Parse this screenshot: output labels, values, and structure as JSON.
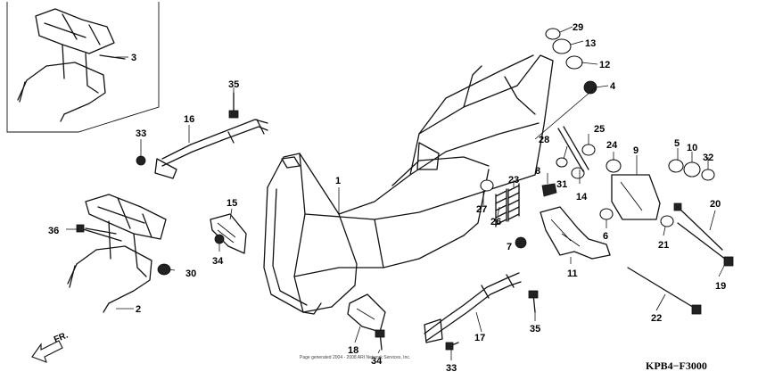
{
  "diagram_code": "KPB4−F3000",
  "copyright": "Page generated 2004 - 2008 ARI Network Services, Inc.",
  "direction_label": "FR.",
  "callouts": [
    {
      "id": "c29",
      "label": "29"
    },
    {
      "id": "c13",
      "label": "13"
    },
    {
      "id": "c12",
      "label": "12"
    },
    {
      "id": "c4",
      "label": "4"
    },
    {
      "id": "c3",
      "label": "3"
    },
    {
      "id": "c35a",
      "label": "35"
    },
    {
      "id": "c16",
      "label": "16"
    },
    {
      "id": "c33a",
      "label": "33"
    },
    {
      "id": "c1",
      "label": "1"
    },
    {
      "id": "c25",
      "label": "25"
    },
    {
      "id": "c28",
      "label": "28"
    },
    {
      "id": "c24",
      "label": "24"
    },
    {
      "id": "c9",
      "label": "9"
    },
    {
      "id": "c5",
      "label": "5"
    },
    {
      "id": "c10",
      "label": "10"
    },
    {
      "id": "c32",
      "label": "32"
    },
    {
      "id": "c8",
      "label": "8"
    },
    {
      "id": "c31",
      "label": "31"
    },
    {
      "id": "c14",
      "label": "14"
    },
    {
      "id": "c23",
      "label": "23"
    },
    {
      "id": "c27",
      "label": "27"
    },
    {
      "id": "c26",
      "label": "26"
    },
    {
      "id": "c20",
      "label": "20"
    },
    {
      "id": "c15",
      "label": "15"
    },
    {
      "id": "c36",
      "label": "36"
    },
    {
      "id": "c34a",
      "label": "34"
    },
    {
      "id": "c30",
      "label": "30"
    },
    {
      "id": "c7",
      "label": "7"
    },
    {
      "id": "c6",
      "label": "6"
    },
    {
      "id": "c21",
      "label": "21"
    },
    {
      "id": "c11",
      "label": "11"
    },
    {
      "id": "c19",
      "label": "19"
    },
    {
      "id": "c2",
      "label": "2"
    },
    {
      "id": "c35b",
      "label": "35"
    },
    {
      "id": "c22",
      "label": "22"
    },
    {
      "id": "c17",
      "label": "17"
    },
    {
      "id": "c18",
      "label": "18"
    },
    {
      "id": "c34b",
      "label": "34"
    },
    {
      "id": "c33b",
      "label": "33"
    }
  ]
}
